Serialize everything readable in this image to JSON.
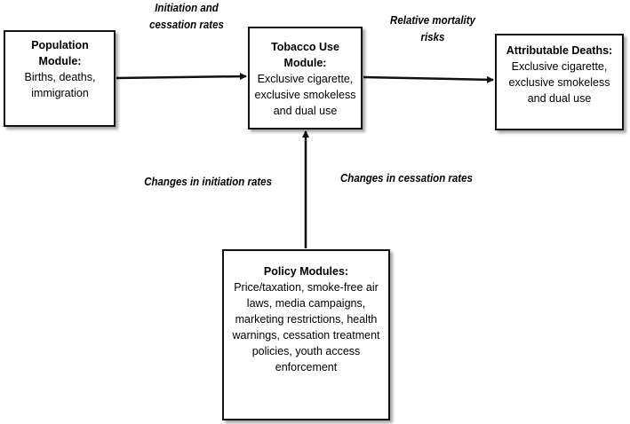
{
  "boxes": {
    "population": {
      "title": "Population Module:",
      "body": "Births, deaths, immigration"
    },
    "tobacco": {
      "title": "Tobacco Use Module:",
      "body": "Exclusive cigarette, exclusive smokeless and dual use"
    },
    "deaths": {
      "title": "Attributable Deaths:",
      "body": "Exclusive cigarette, exclusive smokeless and dual use"
    },
    "policy": {
      "title": "Policy Modules:",
      "body": "Price/taxation, smoke-free air laws, media campaigns, marketing restrictions, health warnings, cessation treatment policies, youth access enforcement"
    }
  },
  "labels": {
    "initiation_cessation": "Initiation and cessation rates",
    "mortality": "Relative mortality risks",
    "changes_initiation": "Changes in initiation rates",
    "changes_cessation": "Changes in cessation rates"
  }
}
